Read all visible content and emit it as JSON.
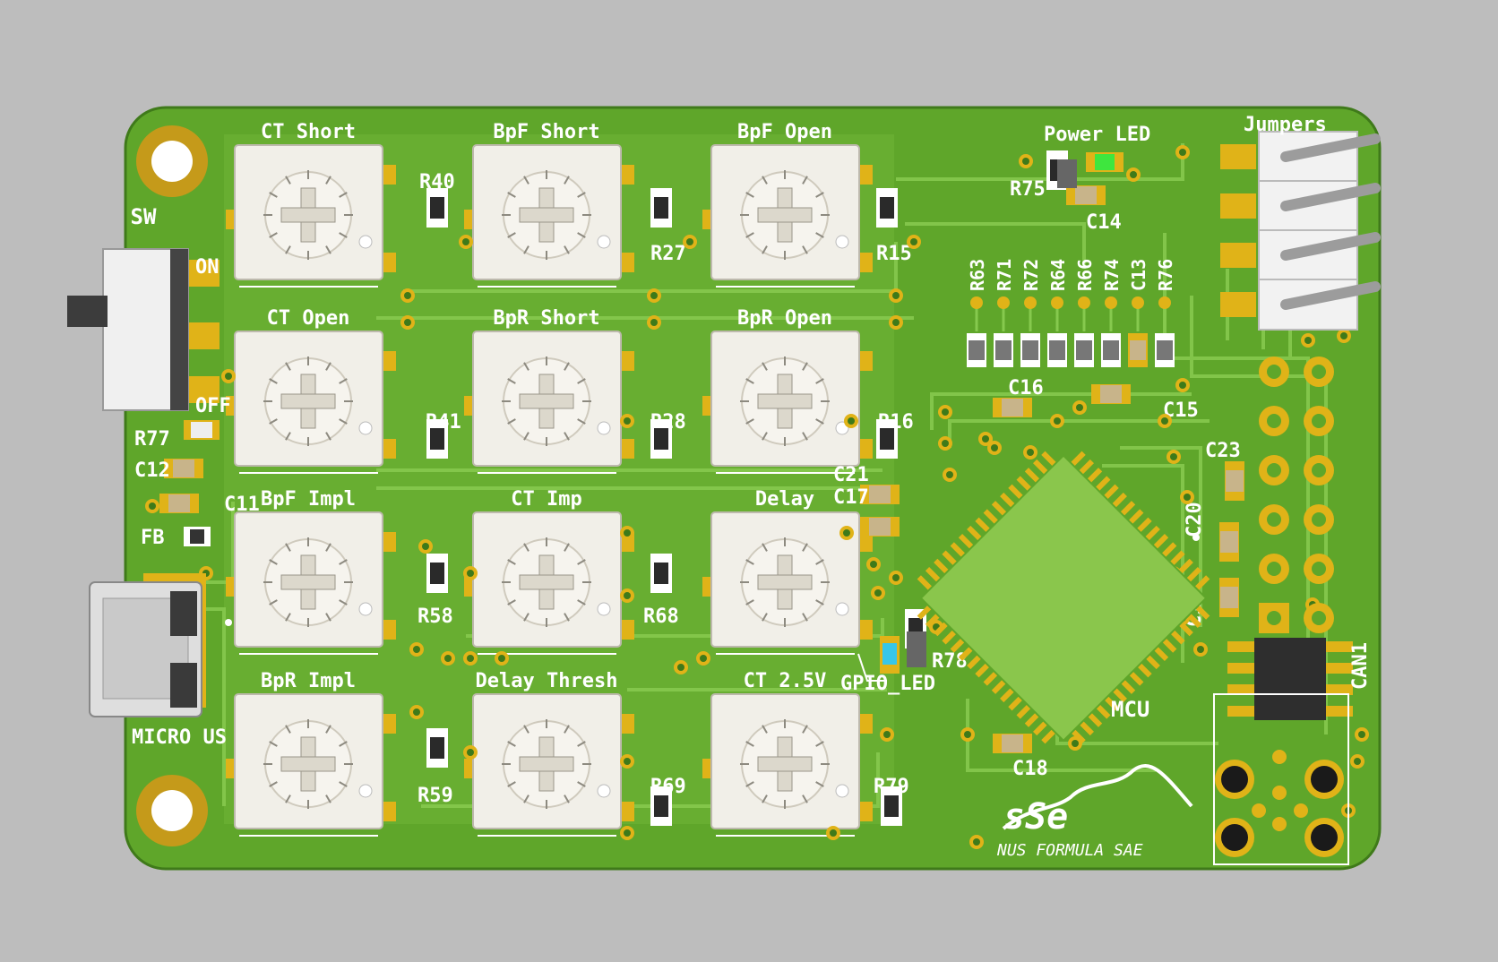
{
  "colors": {
    "background": "#bdbdbd",
    "board": "#5fa62a",
    "board_light": "#7cc242",
    "trace": "#86c94e",
    "pad": "#e0b318",
    "silk": "#ffffff",
    "pot_body": "#f1efe8",
    "chip": "#303030",
    "gpio_led": "#38c6e8",
    "power_led": "#3ee63e"
  },
  "board": {
    "logo_text": "NUS FORMULA SAE"
  },
  "pots": [
    {
      "label": "CT Short"
    },
    {
      "label": "BpF Short"
    },
    {
      "label": "BpF Open"
    },
    {
      "label": "CT Open"
    },
    {
      "label": "BpR Short"
    },
    {
      "label": "BpR Open"
    },
    {
      "label": "BpF Impl"
    },
    {
      "label": "CT Imp"
    },
    {
      "label": "Delay"
    },
    {
      "label": "BpR Impl"
    },
    {
      "label": "Delay Thresh"
    },
    {
      "label": "CT 2.5V"
    }
  ],
  "resistors": [
    {
      "label": "R40"
    },
    {
      "label": "R27"
    },
    {
      "label": "R15"
    },
    {
      "label": "R41"
    },
    {
      "label": "R28"
    },
    {
      "label": "R16"
    },
    {
      "label": "R58"
    },
    {
      "label": "R68"
    },
    {
      "label": "R78"
    },
    {
      "label": "R59"
    },
    {
      "label": "R69"
    },
    {
      "label": "R79"
    },
    {
      "label": "R75"
    },
    {
      "label": "R77"
    }
  ],
  "res_array": [
    "R63",
    "R71",
    "R72",
    "R64",
    "R66",
    "R74",
    "C13",
    "R76"
  ],
  "caps": [
    {
      "label": "C14"
    },
    {
      "label": "C16"
    },
    {
      "label": "C15"
    },
    {
      "label": "C21"
    },
    {
      "label": "C17"
    },
    {
      "label": "C23"
    },
    {
      "label": "C20"
    },
    {
      "label": "C19"
    },
    {
      "label": "C18"
    },
    {
      "label": "C12"
    },
    {
      "label": "C11"
    }
  ],
  "labels": {
    "sw": "SW",
    "on": "ON",
    "off": "OFF",
    "fb": "FB",
    "micro_usb": "MICRO US",
    "power_led": "Power LED",
    "jumpers": "Jumpers",
    "gpio_led": "GPIO_LED",
    "mcu": "MCU",
    "can": "CAN1"
  }
}
